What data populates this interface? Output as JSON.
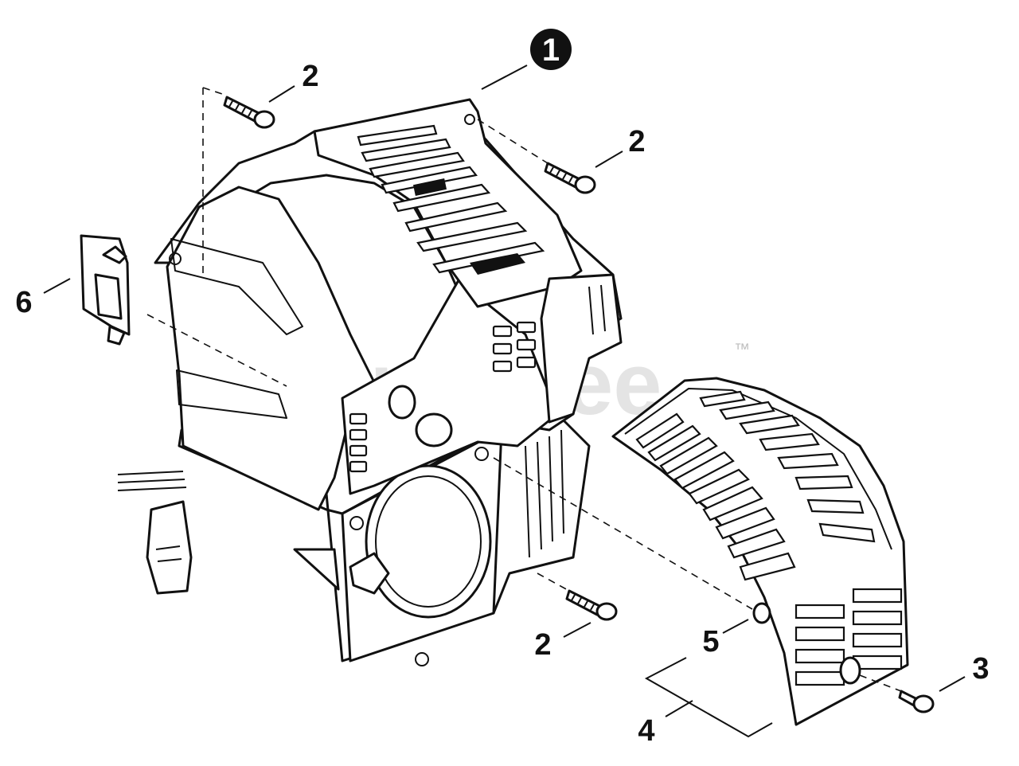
{
  "watermark": {
    "text": "PartsTree",
    "trademark": "™"
  },
  "callouts": {
    "c1": "1",
    "c2a": "2",
    "c2b": "2",
    "c2c": "2",
    "c3": "3",
    "c4": "4",
    "c5": "5",
    "c6": "6"
  },
  "colors": {
    "line": "#111111",
    "background": "#ffffff",
    "watermark": "#cfcfcf"
  },
  "icons": [
    "screw-icon",
    "grommet-icon",
    "clip-icon"
  ]
}
